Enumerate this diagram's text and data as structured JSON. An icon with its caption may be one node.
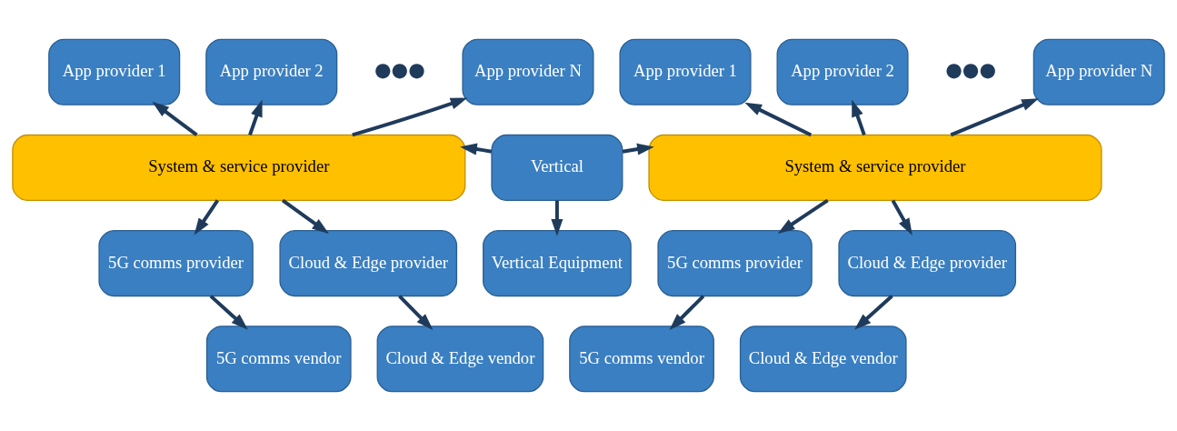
{
  "diagram": {
    "nodes": [
      {
        "text": [
          "App provider 1"
        ]
      },
      {
        "text": [
          "App provider 2"
        ]
      },
      {
        "text": [
          "App provider N"
        ]
      },
      {
        "text": [
          "App provider 1"
        ]
      },
      {
        "text": [
          "App provider 2"
        ]
      },
      {
        "text": [
          "App provider N"
        ]
      },
      {
        "text": [
          "System & service provider"
        ]
      },
      {
        "text": [
          "Vertical"
        ]
      },
      {
        "text": [
          "System & service provider"
        ]
      },
      {
        "text": [
          "5G comms provider"
        ]
      },
      {
        "text": [
          "Cloud & Edge provider"
        ]
      },
      {
        "text": [
          "Vertical Equipment"
        ]
      },
      {
        "text": [
          "5G comms provider"
        ]
      },
      {
        "text": [
          "Cloud & Edge provider"
        ]
      },
      {
        "text": [
          "5G comms vendor"
        ]
      },
      {
        "text": [
          "Cloud & Edge vendor"
        ]
      },
      {
        "text": [
          "5G comms vendor"
        ]
      },
      {
        "text": [
          "Cloud & Edge vendor"
        ]
      }
    ],
    "edges": [
      {
        "from": 6,
        "to": 0,
        "arrow": "to"
      },
      {
        "from": 6,
        "to": 1,
        "arrow": "to"
      },
      {
        "from": 6,
        "to": 2,
        "arrow": "to"
      },
      {
        "from": 8,
        "to": 3,
        "arrow": "to"
      },
      {
        "from": 8,
        "to": 4,
        "arrow": "to"
      },
      {
        "from": 8,
        "to": 5,
        "arrow": "to"
      },
      {
        "from": 7,
        "to": 6,
        "arrow": "to"
      },
      {
        "from": 7,
        "to": 8,
        "arrow": "to"
      },
      {
        "from": 7,
        "to": 11,
        "arrow": "to"
      },
      {
        "from": 6,
        "to": 9,
        "arrow": "to"
      },
      {
        "from": 6,
        "to": 10,
        "arrow": "to"
      },
      {
        "from": 8,
        "to": 12,
        "arrow": "to"
      },
      {
        "from": 8,
        "to": 13,
        "arrow": "to"
      },
      {
        "from": 9,
        "to": 14,
        "arrow": "to"
      },
      {
        "from": 10,
        "to": 15,
        "arrow": "to"
      },
      {
        "from": 12,
        "to": 16,
        "arrow": "to"
      },
      {
        "from": 13,
        "to": 17,
        "arrow": "to"
      }
    ],
    "labels": [
      "●●●",
      "●●●"
    ]
  }
}
